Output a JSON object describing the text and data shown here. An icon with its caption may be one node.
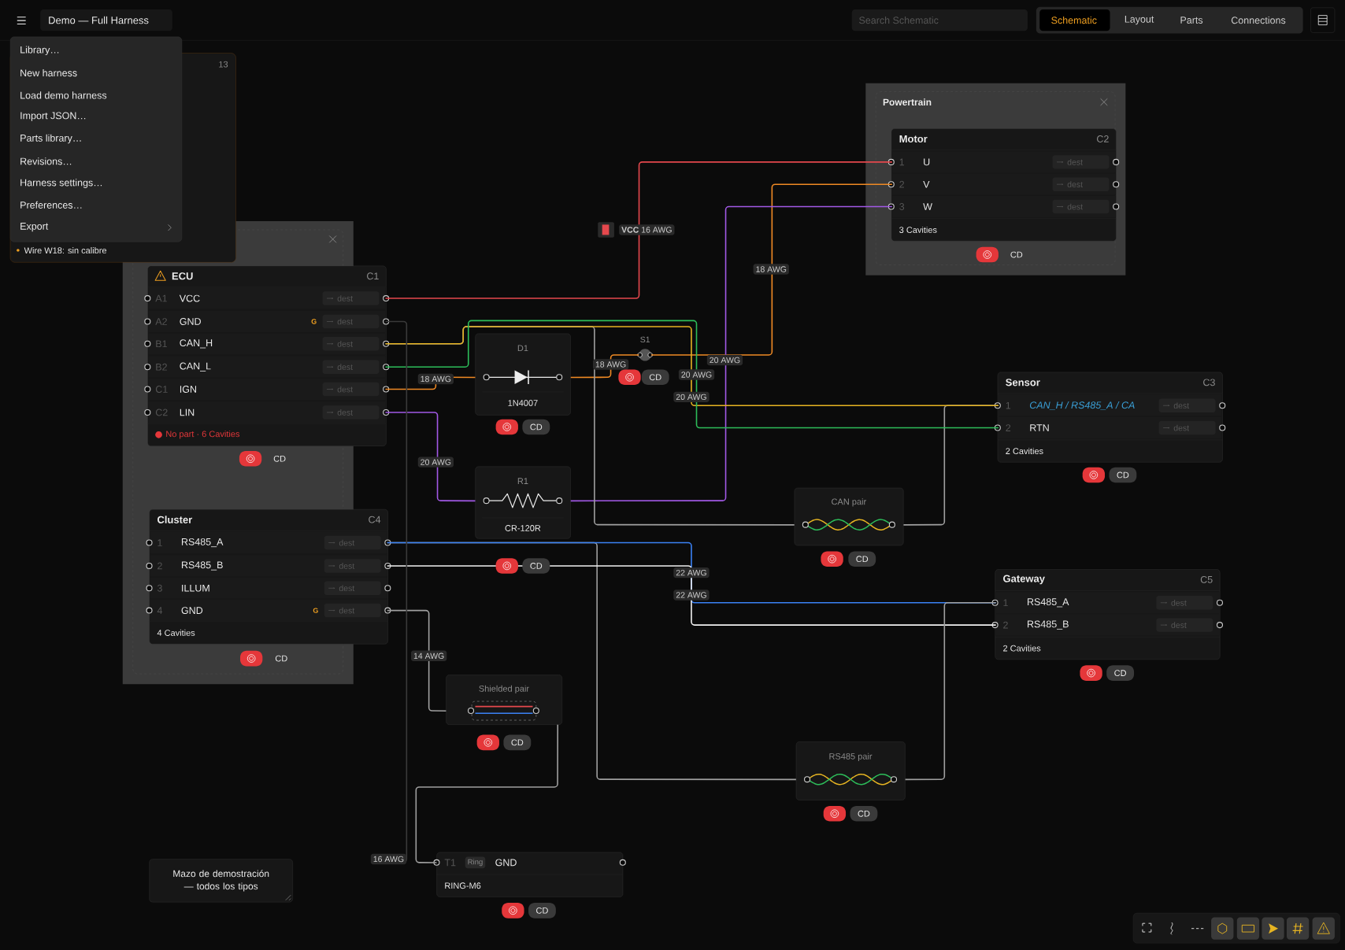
{
  "diagram": {
    "nodes": [
      {
        "text": [
          "Powertrain"
        ]
      },
      {
        "text": [
          "Motor",
          "C2",
          "3 Cavities"
        ],
        "in": 0
      },
      {
        "text": [
          "1",
          "U",
          "dest"
        ],
        "in": 1
      },
      {
        "text": [
          "2",
          "V",
          "dest"
        ],
        "in": 1
      },
      {
        "text": [
          "3",
          "W",
          "dest"
        ],
        "in": 1
      },
      {
        "text": [
          "ECU",
          "C1",
          "No part · 6 Cavities"
        ],
        "beside": [
          "CD"
        ]
      },
      {
        "text": [
          "A1",
          "VCC",
          "dest"
        ],
        "in": 5
      },
      {
        "text": [
          "A2",
          "GND",
          "G",
          "dest"
        ],
        "in": 5
      },
      {
        "text": [
          "B1",
          "CAN_H",
          "dest"
        ],
        "in": 5
      },
      {
        "text": [
          "B2",
          "CAN_L",
          "dest"
        ],
        "in": 5
      },
      {
        "text": [
          "C1",
          "IGN",
          "dest"
        ],
        "in": 5
      },
      {
        "text": [
          "C2",
          "LIN",
          "dest"
        ],
        "in": 5
      },
      {
        "text": [
          "Cluster",
          "C4",
          "4 Cavities"
        ],
        "beside": [
          "CD"
        ]
      },
      {
        "text": [
          "1",
          "RS485_A",
          "dest"
        ],
        "in": 12
      },
      {
        "text": [
          "2",
          "RS485_B",
          "dest"
        ],
        "in": 12
      },
      {
        "text": [
          "3",
          "ILLUM",
          "dest"
        ],
        "in": 12
      },
      {
        "text": [
          "4",
          "GND",
          "G",
          "dest"
        ],
        "in": 12
      },
      {
        "text": [
          "D1",
          "1N4007"
        ],
        "beside": [
          "CD"
        ]
      },
      {
        "text": [
          "R1",
          "CR-120R"
        ],
        "beside": [
          "CD"
        ]
      },
      {
        "text": [
          "S1"
        ],
        "beside": [
          "CD"
        ]
      },
      {
        "text": [
          "Sensor",
          "C3",
          "2 Cavities"
        ],
        "beside": [
          "CD"
        ]
      },
      {
        "text": [
          "1",
          "CAN_H / RS485_A / CA",
          "dest"
        ],
        "in": 20
      },
      {
        "text": [
          "2",
          "RTN",
          "dest"
        ],
        "in": 20
      },
      {
        "text": [
          "CAN pair"
        ],
        "beside": [
          "CD"
        ]
      },
      {
        "text": [
          "Gateway",
          "C5",
          "2 Cavities"
        ],
        "beside": [
          "CD"
        ]
      },
      {
        "text": [
          "1",
          "RS485_A",
          "dest"
        ],
        "in": 24
      },
      {
        "text": [
          "2",
          "RS485_B",
          "dest"
        ],
        "in": 24
      },
      {
        "text": [
          "Shielded pair"
        ],
        "beside": [
          "CD"
        ]
      },
      {
        "text": [
          "RS485 pair"
        ],
        "beside": [
          "CD"
        ]
      },
      {
        "text": [
          "T1",
          "Ring",
          "GND",
          "RING-M6"
        ],
        "beside": [
          "CD"
        ]
      },
      {
        "text": [
          "Mazo de demostración — todos los tipos"
        ]
      }
    ],
    "edges": [
      {
        "from": 6,
        "to": 2,
        "arrow": "none",
        "label": "**VCC** 16 AWG",
        "color": "#e5484d"
      },
      {
        "from": 10,
        "to": 17,
        "arrow": "none",
        "label": "18 AWG",
        "color": "#f08a24"
      },
      {
        "from": 17,
        "to": 19,
        "arrow": "none",
        "label": "18 AWG",
        "color": "#f08a24"
      },
      {
        "from": 19,
        "to": 3,
        "arrow": "none",
        "label": "18 AWG",
        "color": "#f08a24"
      },
      {
        "from": 11,
        "to": 18,
        "arrow": "none",
        "label": "20 AWG",
        "color": "#a259e6"
      },
      {
        "from": 18,
        "to": 4,
        "arrow": "none",
        "label": "20 AWG",
        "color": "#a259e6"
      },
      {
        "from": 8,
        "to": 23,
        "arrow": "none"
      },
      {
        "from": 23,
        "to": 21,
        "arrow": "none"
      },
      {
        "from": 8,
        "to": 21,
        "arrow": "none",
        "label": "20 AWG",
        "color": "#e6b422"
      },
      {
        "from": 9,
        "to": 22,
        "arrow": "none",
        "label": "20 AWG",
        "color": "#2dbd5a"
      },
      {
        "from": 13,
        "to": 28,
        "arrow": "none"
      },
      {
        "from": 13,
        "to": 25,
        "arrow": "none",
        "label": "22 AWG",
        "color": "#3b82f6"
      },
      {
        "from": 14,
        "to": 26,
        "arrow": "none",
        "label": "22 AWG",
        "color": "#f2f2f2"
      },
      {
        "from": 28,
        "to": 25,
        "arrow": "none"
      },
      {
        "from": 16,
        "to": 27,
        "arrow": "none",
        "label": "14 AWG"
      },
      {
        "from": 27,
        "to": 29,
        "arrow": "none"
      },
      {
        "from": 7,
        "to": null,
        "arrow": "none",
        "label": "16 AWG",
        "color": "#3a3a3a"
      }
    ],
    "labels": [
      "Demo — Full Harness",
      "Search Schematic",
      "Schematic",
      "Layout",
      "Parts",
      "Connections",
      "13",
      "Wire W18: sin calibre",
      "Library…",
      "New harness",
      "Load demo harness",
      "Import JSON…",
      "Parts library…",
      "Revisions…",
      "Harness settings…",
      "Preferences…",
      "Export",
      "CD"
    ]
  }
}
